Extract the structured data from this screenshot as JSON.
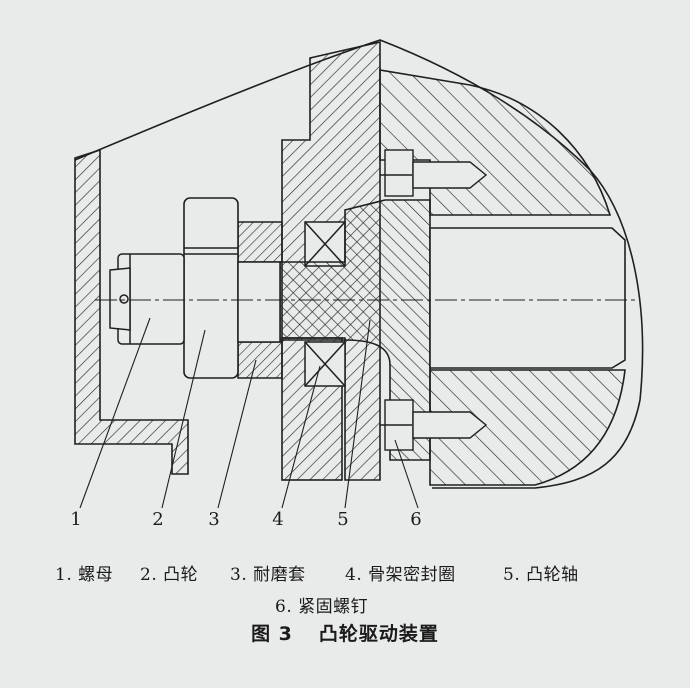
{
  "figure": {
    "numbers": [
      "1",
      "2",
      "3",
      "4",
      "5",
      "6"
    ],
    "legend": [
      "1. 螺母",
      "2. 凸轮",
      "3. 耐磨套",
      "4. 骨架密封圈",
      "5. 凸轮轴",
      "6. 紧固螺钉"
    ],
    "caption_label": "图 3",
    "caption_title": "凸轮驱动装置"
  }
}
